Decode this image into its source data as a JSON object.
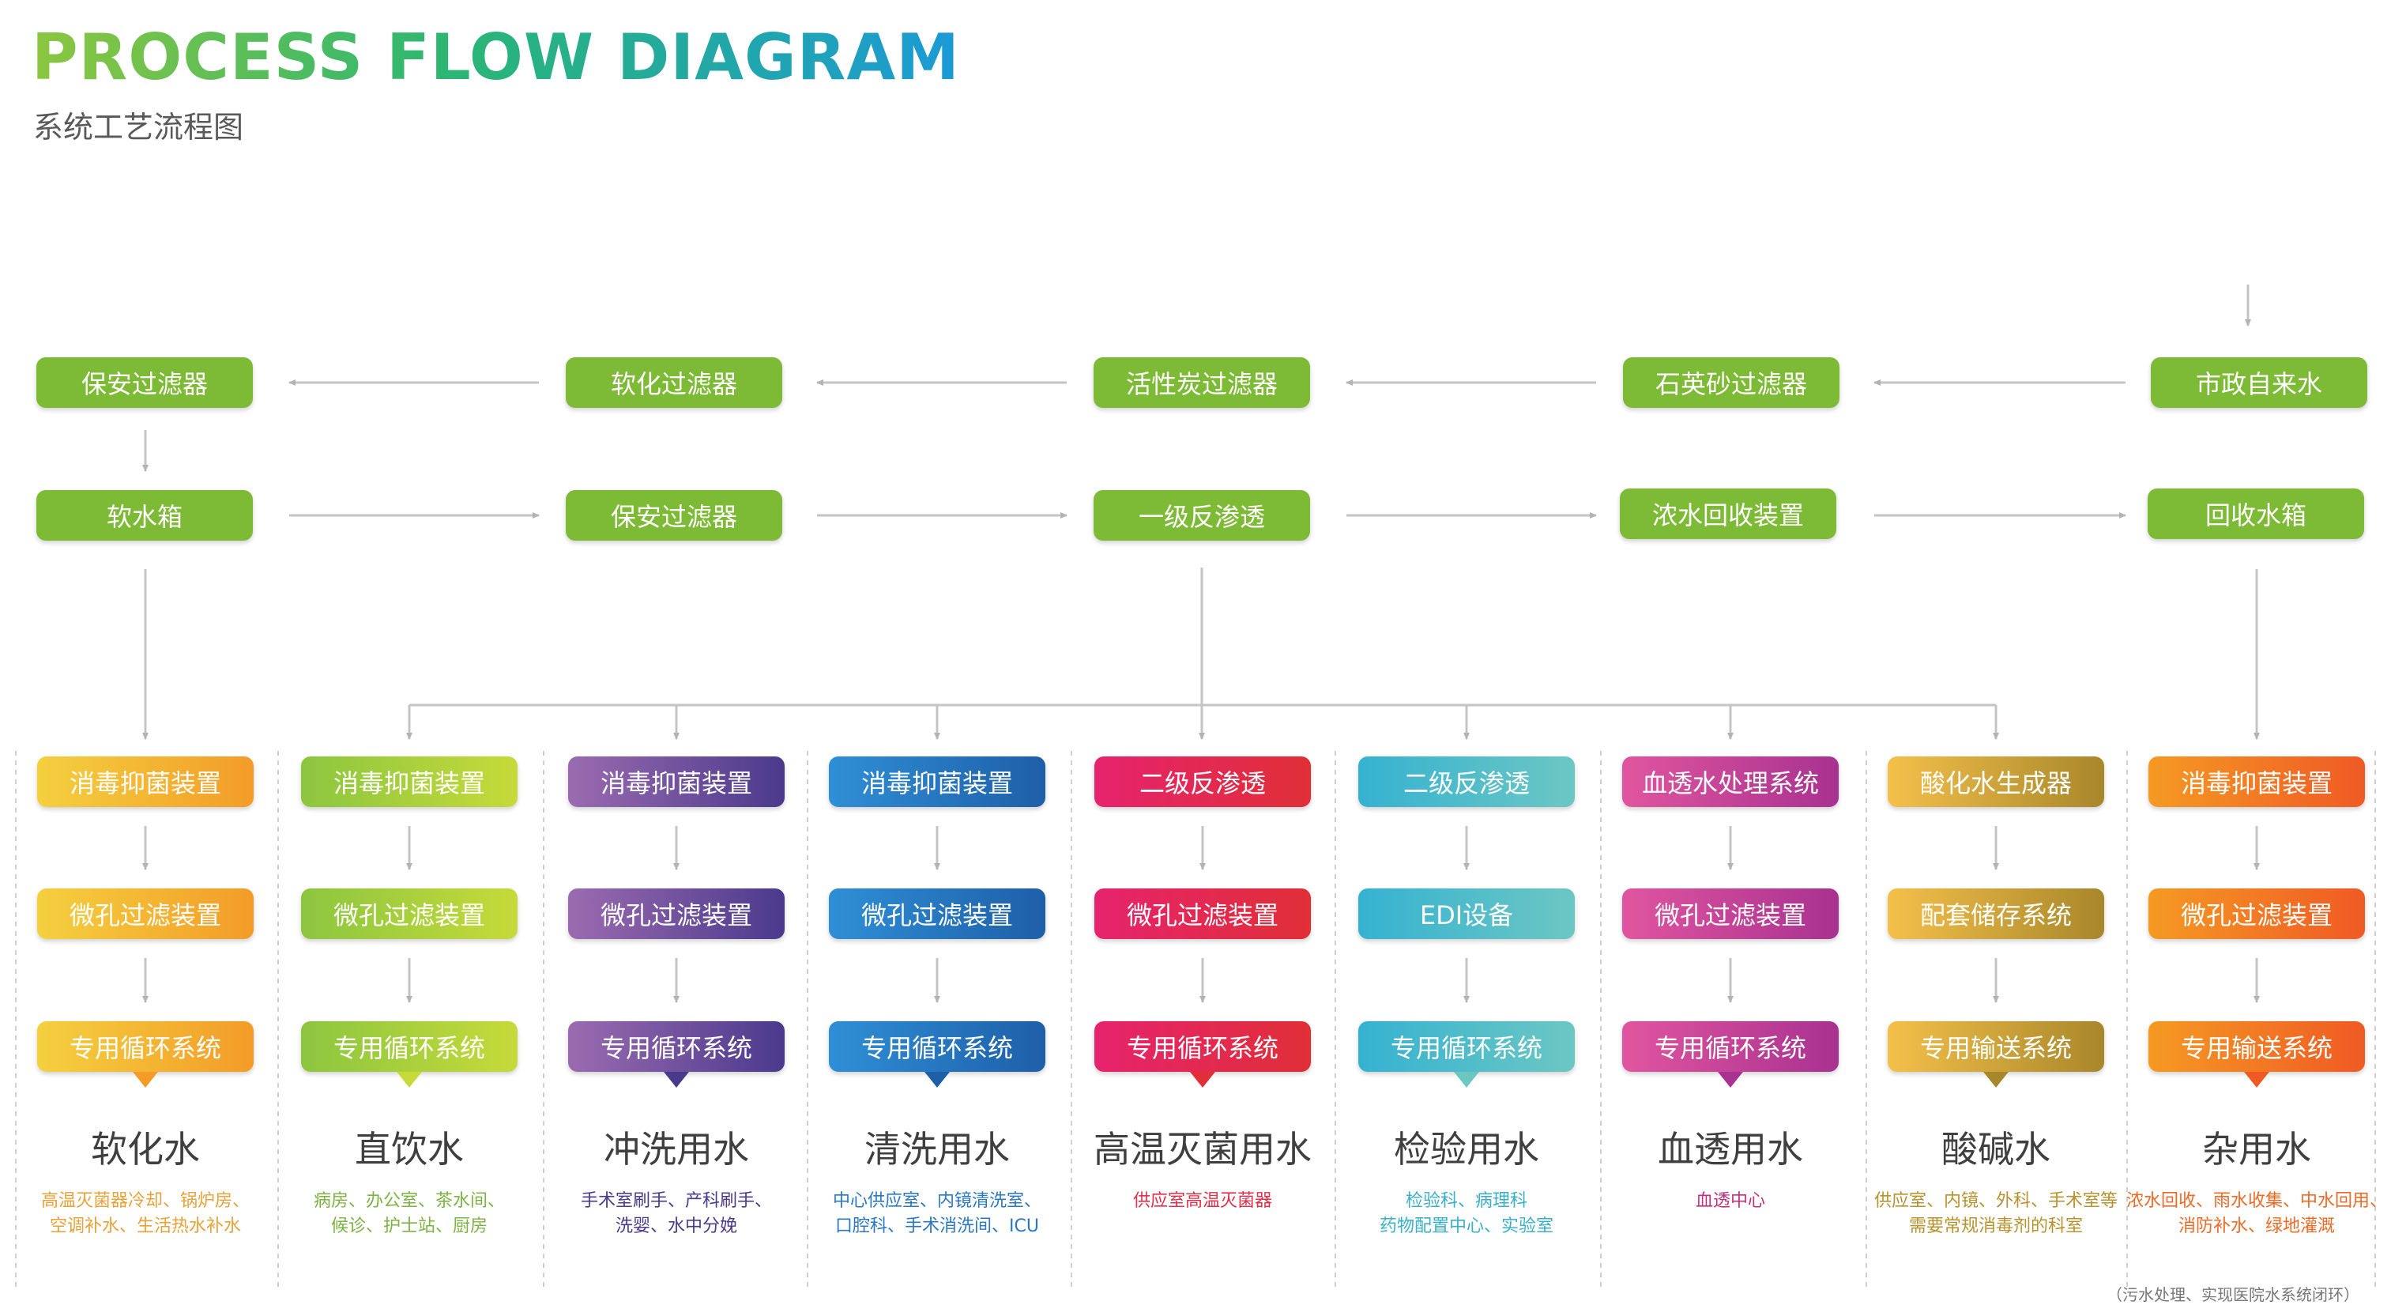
{
  "header": {
    "title": "PROCESS FLOW DIAGRAM",
    "subtitle": "系统工艺流程图"
  },
  "top": {
    "row1": [
      "保安过滤器",
      "软化过滤器",
      "活性炭过滤器",
      "石英砂过滤器",
      "市政自来水"
    ],
    "row2": [
      "软水箱",
      "保安过滤器",
      "一级反渗透",
      "浓水回收装置",
      "回收水箱"
    ]
  },
  "columns": [
    {
      "c1": "#f4d03f",
      "c2": "#f39c28",
      "text": "#e8a23a",
      "n1": "消毒抑菌装置",
      "n2": "微孔过滤装置",
      "n3": "专用循环系统",
      "use": "软化水",
      "desc": [
        "高温灭菌器冷却、锅炉房、",
        "空调补水、生活热水补水"
      ]
    },
    {
      "c1": "#8cc63f",
      "c2": "#c6da3a",
      "text": "#7cb342",
      "n1": "消毒抑菌装置",
      "n2": "微孔过滤装置",
      "n3": "专用循环系统",
      "use": "直饮水",
      "desc": [
        "病房、办公室、茶水间、",
        "候诊、护士站、厨房"
      ]
    },
    {
      "c1": "#9b6bb0",
      "c2": "#4a3a8c",
      "text": "#4a3a8c",
      "n1": "消毒抑菌装置",
      "n2": "微孔过滤装置",
      "n3": "专用循环系统",
      "use": "冲洗用水",
      "desc": [
        "手术室刷手、产科刷手、",
        "洗婴、水中分娩"
      ]
    },
    {
      "c1": "#2f8fd6",
      "c2": "#1e5fa8",
      "text": "#2a78c2",
      "n1": "消毒抑菌装置",
      "n2": "微孔过滤装置",
      "n3": "专用循环系统",
      "use": "清洗用水",
      "desc": [
        "中心供应室、内镜清洗室、",
        "口腔科、手术消洗间、ICU"
      ]
    },
    {
      "c1": "#e6236d",
      "c2": "#e02f37",
      "text": "#e0304a",
      "n1": "二级反渗透",
      "n2": "微孔过滤装置",
      "n3": "专用循环系统",
      "use": "高温灭菌用水",
      "desc": [
        "供应室高温灭菌器"
      ]
    },
    {
      "c1": "#35b2d1",
      "c2": "#6cc7c3",
      "text": "#3ab0c8",
      "n1": "二级反渗透",
      "n2": "EDI设备",
      "n3": "专用循环系统",
      "use": "检验用水",
      "desc": [
        "检验科、病理科",
        "药物配置中心、实验室"
      ]
    },
    {
      "c1": "#e0559f",
      "c2": "#a83290",
      "text": "#c0307f",
      "n1": "血透水处理系统",
      "n2": "微孔过滤装置",
      "n3": "专用循环系统",
      "use": "血透用水",
      "desc": [
        "血透中心"
      ]
    },
    {
      "c1": "#f4c04a",
      "c2": "#a8872b",
      "text": "#b8922e",
      "n1": "酸化水生成器",
      "n2": "配套储存系统",
      "n3": "专用输送系统",
      "use": "酸碱水",
      "desc": [
        "供应室、内镜、外科、手术室等",
        "需要常规消毒剂的科室"
      ]
    },
    {
      "c1": "#f59a23",
      "c2": "#ef5a24",
      "text": "#ef6a26",
      "n1": "消毒抑菌装置",
      "n2": "微孔过滤装置",
      "n3": "专用输送系统",
      "use": "杂用水",
      "desc": [
        "浓水回收、雨水收集、中水回用、",
        "消防补水、绿地灌溉"
      ]
    }
  ],
  "footnote": "（污水处理、实现医院水系统闭环）"
}
